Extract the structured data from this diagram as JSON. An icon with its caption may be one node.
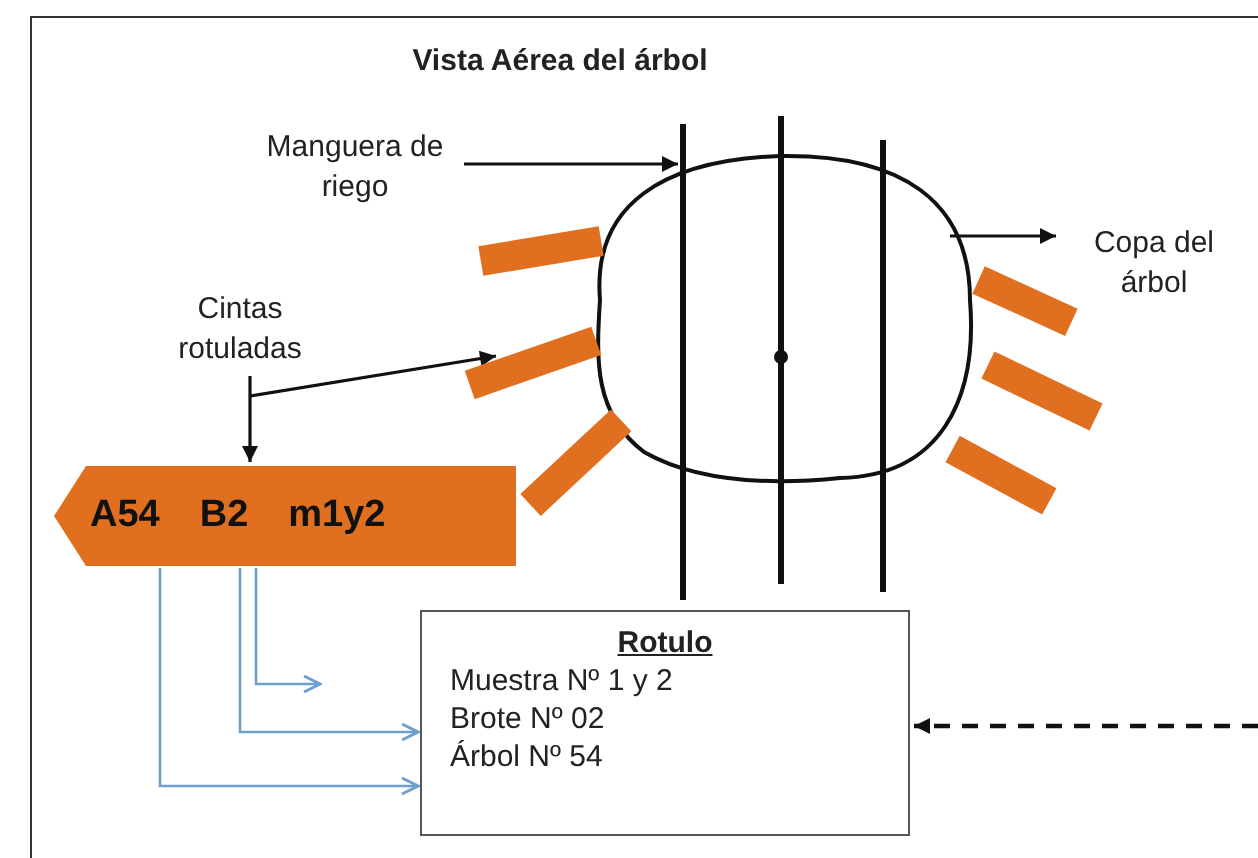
{
  "diagram": {
    "title": "Vista Aérea del árbol",
    "nodes": [
      {
        "text": [
          "Manguera de riego"
        ]
      },
      {
        "text": [],
        "shape": "line"
      },
      {
        "text": [],
        "shape": "circle"
      },
      {
        "text": [
          "Copa del árbol"
        ]
      },
      {
        "text": [
          "Cintas rotuladas"
        ]
      },
      {
        "text": [],
        "shape": "bar"
      },
      {
        "text": [],
        "shape": "bar"
      },
      {
        "text": [],
        "shape": "bar"
      },
      {
        "text": [],
        "shape": "bar"
      },
      {
        "text": [],
        "shape": "bar"
      },
      {
        "text": [],
        "shape": "bar"
      },
      {
        "text": [
          "A54",
          "B2",
          "m1y2"
        ]
      },
      {
        "text": [
          "Rotulo",
          "Muestra Nº 1 y 2",
          "Brote Nº 02",
          "Árbol Nº 54"
        ]
      }
    ],
    "edges": [
      {
        "from": 0,
        "to": 1,
        "arrow": "to"
      },
      {
        "from": 2,
        "to": 3,
        "arrow": "to"
      },
      {
        "from": 4,
        "to": 6,
        "arrow": "to"
      },
      {
        "from": 4,
        "to": 11,
        "arrow": "to"
      },
      {
        "from": 11,
        "to": null,
        "arrow": "to",
        "color": "#6f9fd0"
      },
      {
        "from": 11,
        "to": 12,
        "arrow": "to",
        "color": "#6f9fd0"
      },
      {
        "from": 11,
        "to": 12,
        "arrow": "to",
        "color": "#6f9fd0"
      },
      {
        "from": null,
        "to": 12,
        "arrow": "to",
        "style": "dashed"
      }
    ]
  }
}
